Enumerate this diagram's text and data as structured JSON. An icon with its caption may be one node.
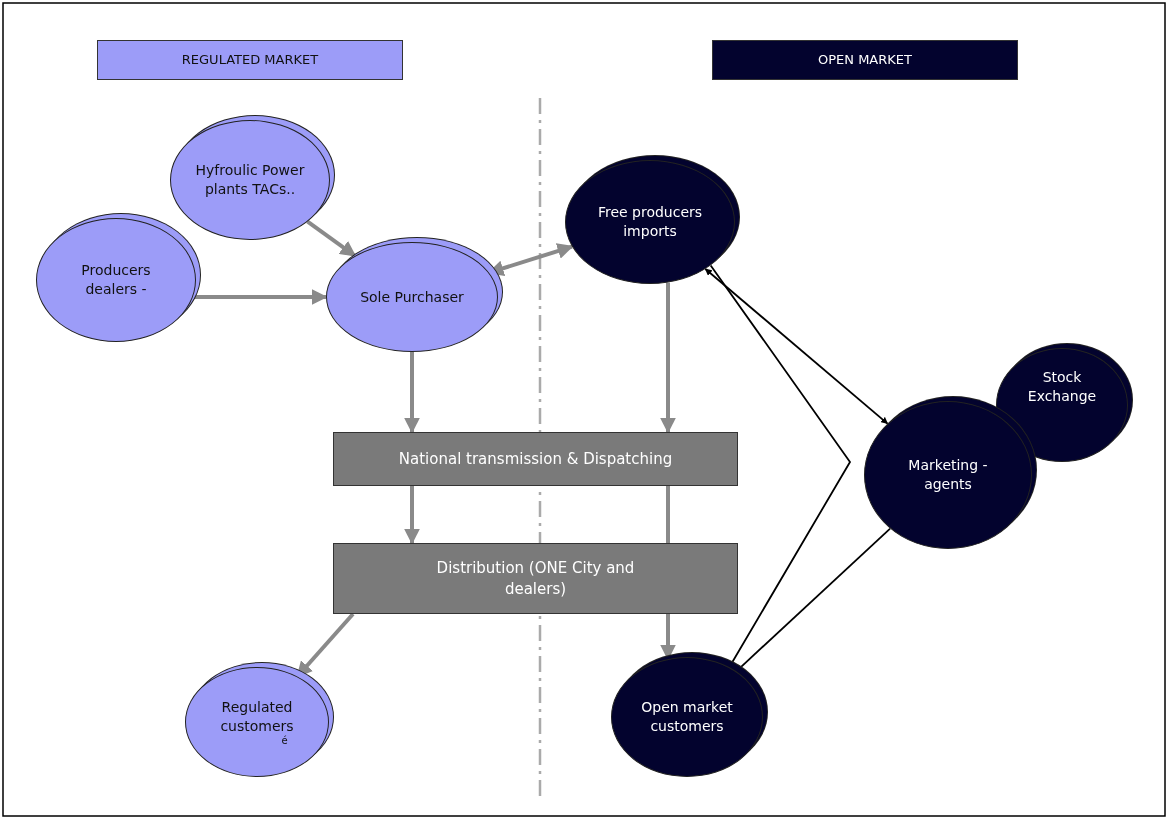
{
  "diagram": {
    "nodes": [
      {
        "text": [
          "REGULATED MARKET"
        ]
      },
      {
        "text": [
          "OPEN MARKET"
        ]
      },
      {
        "text": [
          "Hyfroulic Power plants TACs.."
        ]
      },
      {
        "text": [
          "Producers dealers -"
        ]
      },
      {
        "text": [
          "Sole Purchaser"
        ]
      },
      {
        "text": [
          "Free producers imports"
        ]
      },
      {
        "text": [
          "Stock Exchange"
        ]
      },
      {
        "text": [
          "Marketing - agents"
        ]
      },
      {
        "text": [
          "National transmission & Dispatching"
        ]
      },
      {
        "text": [
          "Distribution (ONE City and dealers)"
        ]
      },
      {
        "text": [
          "Regulated customers",
          "é"
        ]
      },
      {
        "text": [
          "Open market customers"
        ]
      }
    ],
    "edges": [
      {
        "from": 3,
        "to": 4,
        "arrow": "to"
      },
      {
        "from": 2,
        "to": 4,
        "arrow": "to"
      },
      {
        "from": 4,
        "to": 5,
        "arrow": "both"
      },
      {
        "from": 4,
        "to": 8,
        "arrow": "to"
      },
      {
        "from": 5,
        "to": 8,
        "arrow": "to"
      },
      {
        "from": 8,
        "to": 9,
        "arrow": "to"
      },
      {
        "from": 8,
        "to": 9,
        "arrow": "none"
      },
      {
        "from": 9,
        "to": 11,
        "arrow": "to"
      },
      {
        "from": 9,
        "to": 10,
        "arrow": "to"
      },
      {
        "from": 5,
        "to": 11,
        "arrow": "to",
        "color": "#000000"
      },
      {
        "from": 5,
        "to": 7,
        "arrow": "both",
        "color": "#000000"
      },
      {
        "from": 7,
        "to": 11,
        "arrow": "to",
        "color": "#000000"
      }
    ]
  }
}
